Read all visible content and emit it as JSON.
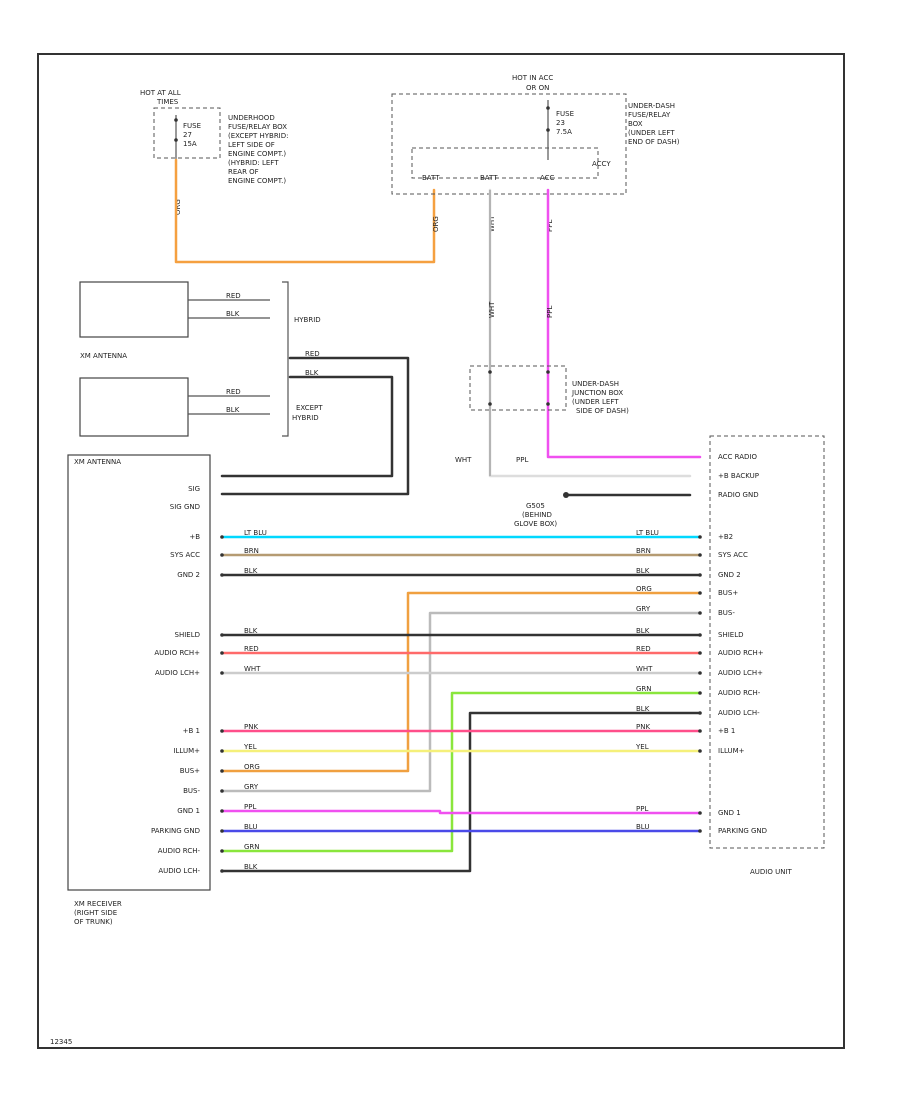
{
  "fuse_left": {
    "header": [
      "HOT AT ALL",
      "TIMES"
    ],
    "pins": [
      "FUSE",
      "27",
      "15A"
    ],
    "location": [
      "UNDERHOOD",
      "FUSE/RELAY BOX",
      "(EXCEPT HYBRID:",
      "LEFT SIDE OF",
      "ENGINE COMPT.)",
      "(HYBRID: LEFT",
      "REAR OF",
      "ENGINE COMPT.)"
    ],
    "wire_label": "ORG"
  },
  "fuse_right": {
    "header": [
      "HOT IN ACC",
      "OR ON"
    ],
    "pins": [
      "FUSE",
      "23",
      "7.5A"
    ],
    "relay": "ACCY",
    "location": [
      "UNDER-DASH",
      "FUSE/RELAY",
      "BOX",
      "(UNDER LEFT",
      "END OF DASH)"
    ],
    "terminals": [
      "BATT",
      "BATT",
      "ACC"
    ],
    "wire_labels": [
      "ORG",
      "WHT",
      "PPL"
    ]
  },
  "antennas": {
    "xm_antenna": "XM ANTENNA",
    "wires_top": [
      "RED",
      "BLK"
    ],
    "wires_bottom": [
      "RED",
      "BLK"
    ],
    "hybrid": "HYBRID",
    "except_hybrid": [
      "EXCEPT",
      "HYBRID"
    ],
    "wires_mid": [
      "RED",
      "BLK"
    ]
  },
  "junction": {
    "location": [
      "UNDER-DASH",
      "JUNCTION BOX",
      "(UNDER LEFT",
      "SIDE OF DASH)"
    ],
    "wire_labels": [
      "WHT",
      "PPL"
    ]
  },
  "ground": {
    "label": [
      "G505",
      "(BEHIND",
      "GLOVE BOX)"
    ]
  },
  "xm_receiver": {
    "header": "XM ANTENNA",
    "pins_top": [
      "SIG",
      "SIG GND"
    ],
    "pins": [
      "+B",
      "SYS ACC",
      "GND 2",
      "SHIELD",
      "AUDIO RCH+",
      "AUDIO LCH+",
      "+B 1",
      "ILLUM+",
      "BUS+",
      "BUS-",
      "GND 1",
      "PARKING GND",
      "AUDIO RCH-",
      "AUDIO LCH-"
    ],
    "footer": [
      "XM RECEIVER",
      "(RIGHT SIDE",
      "OF TRUNK)"
    ]
  },
  "audio_unit": {
    "pins": [
      "ACC RADIO",
      "+B BACKUP",
      "RADIO GND",
      "+B2",
      "SYS ACC",
      "GND 2",
      "BUS+",
      "BUS-",
      "SHIELD",
      "AUDIO RCH+",
      "AUDIO LCH+",
      "AUDIO RCH-",
      "AUDIO LCH-",
      "+B 1",
      "ILLUM+",
      "GND 1",
      "PARKING GND"
    ],
    "footer": "AUDIO UNIT"
  },
  "wires": [
    {
      "name": "+B",
      "color": "LT BLU",
      "hex": "#00d8ff"
    },
    {
      "name": "SYS ACC",
      "color": "BRN",
      "hex": "#b59b72"
    },
    {
      "name": "GND 2",
      "color": "BLK",
      "hex": "#333333"
    },
    {
      "name": "BUS+",
      "color": "ORG",
      "hex": "#f0a040"
    },
    {
      "name": "BUS-",
      "color": "GRY",
      "hex": "#bbbbbb"
    },
    {
      "name": "SHIELD",
      "color": "BLK",
      "hex": "#333333"
    },
    {
      "name": "AUDIO RCH+",
      "color": "RED",
      "hex": "#ff6a6a"
    },
    {
      "name": "AUDIO LCH+",
      "color": "WHT",
      "hex": "#cccccc"
    },
    {
      "name": "AUDIO RCH-",
      "color": "GRN",
      "hex": "#8ae63c"
    },
    {
      "name": "AUDIO LCH-",
      "color": "BLK",
      "hex": "#333333"
    },
    {
      "name": "+B 1",
      "color": "PNK",
      "hex": "#ff4f8a"
    },
    {
      "name": "ILLUM+",
      "color": "YEL",
      "hex": "#f5f07a"
    },
    {
      "name": "GND 1",
      "color": "PPL",
      "hex": "#f050f0"
    },
    {
      "name": "PARKING GND",
      "color": "BLU",
      "hex": "#4a4ae8"
    }
  ],
  "fig_id": "12345"
}
